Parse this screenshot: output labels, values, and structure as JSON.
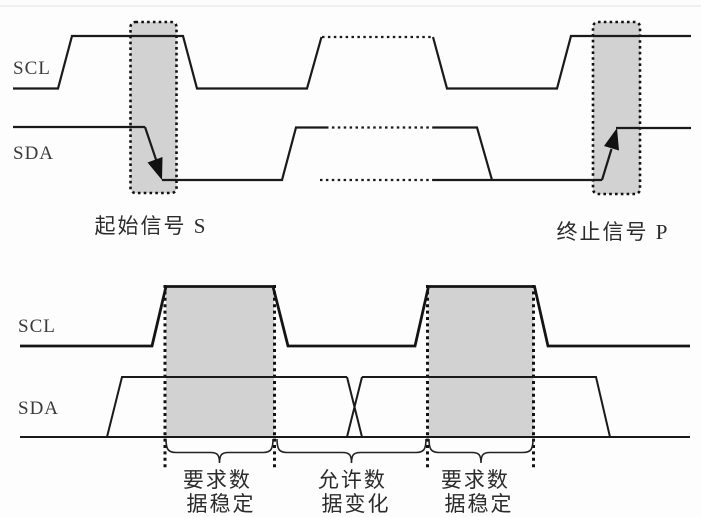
{
  "figure": {
    "description": "I2C bus timing diagram",
    "background_color": "#fdfdfd",
    "line_color": "#1a1a1a",
    "highlight_fill_color": "#d2d2d2",
    "text_color": "#2b2b2b"
  },
  "top_diagram": {
    "scl_label": "SCL",
    "sda_label": "SDA",
    "start_annotation": "起始信号 S",
    "stop_annotation": "终止信号 P"
  },
  "bottom_diagram": {
    "scl_label": "SCL",
    "sda_label": "SDA",
    "annotations": [
      {
        "line1": "要求数",
        "line2": "据稳定"
      },
      {
        "line1": "允许数",
        "line2": "据变化"
      },
      {
        "line1": "要求数",
        "line2": "据稳定"
      }
    ]
  }
}
